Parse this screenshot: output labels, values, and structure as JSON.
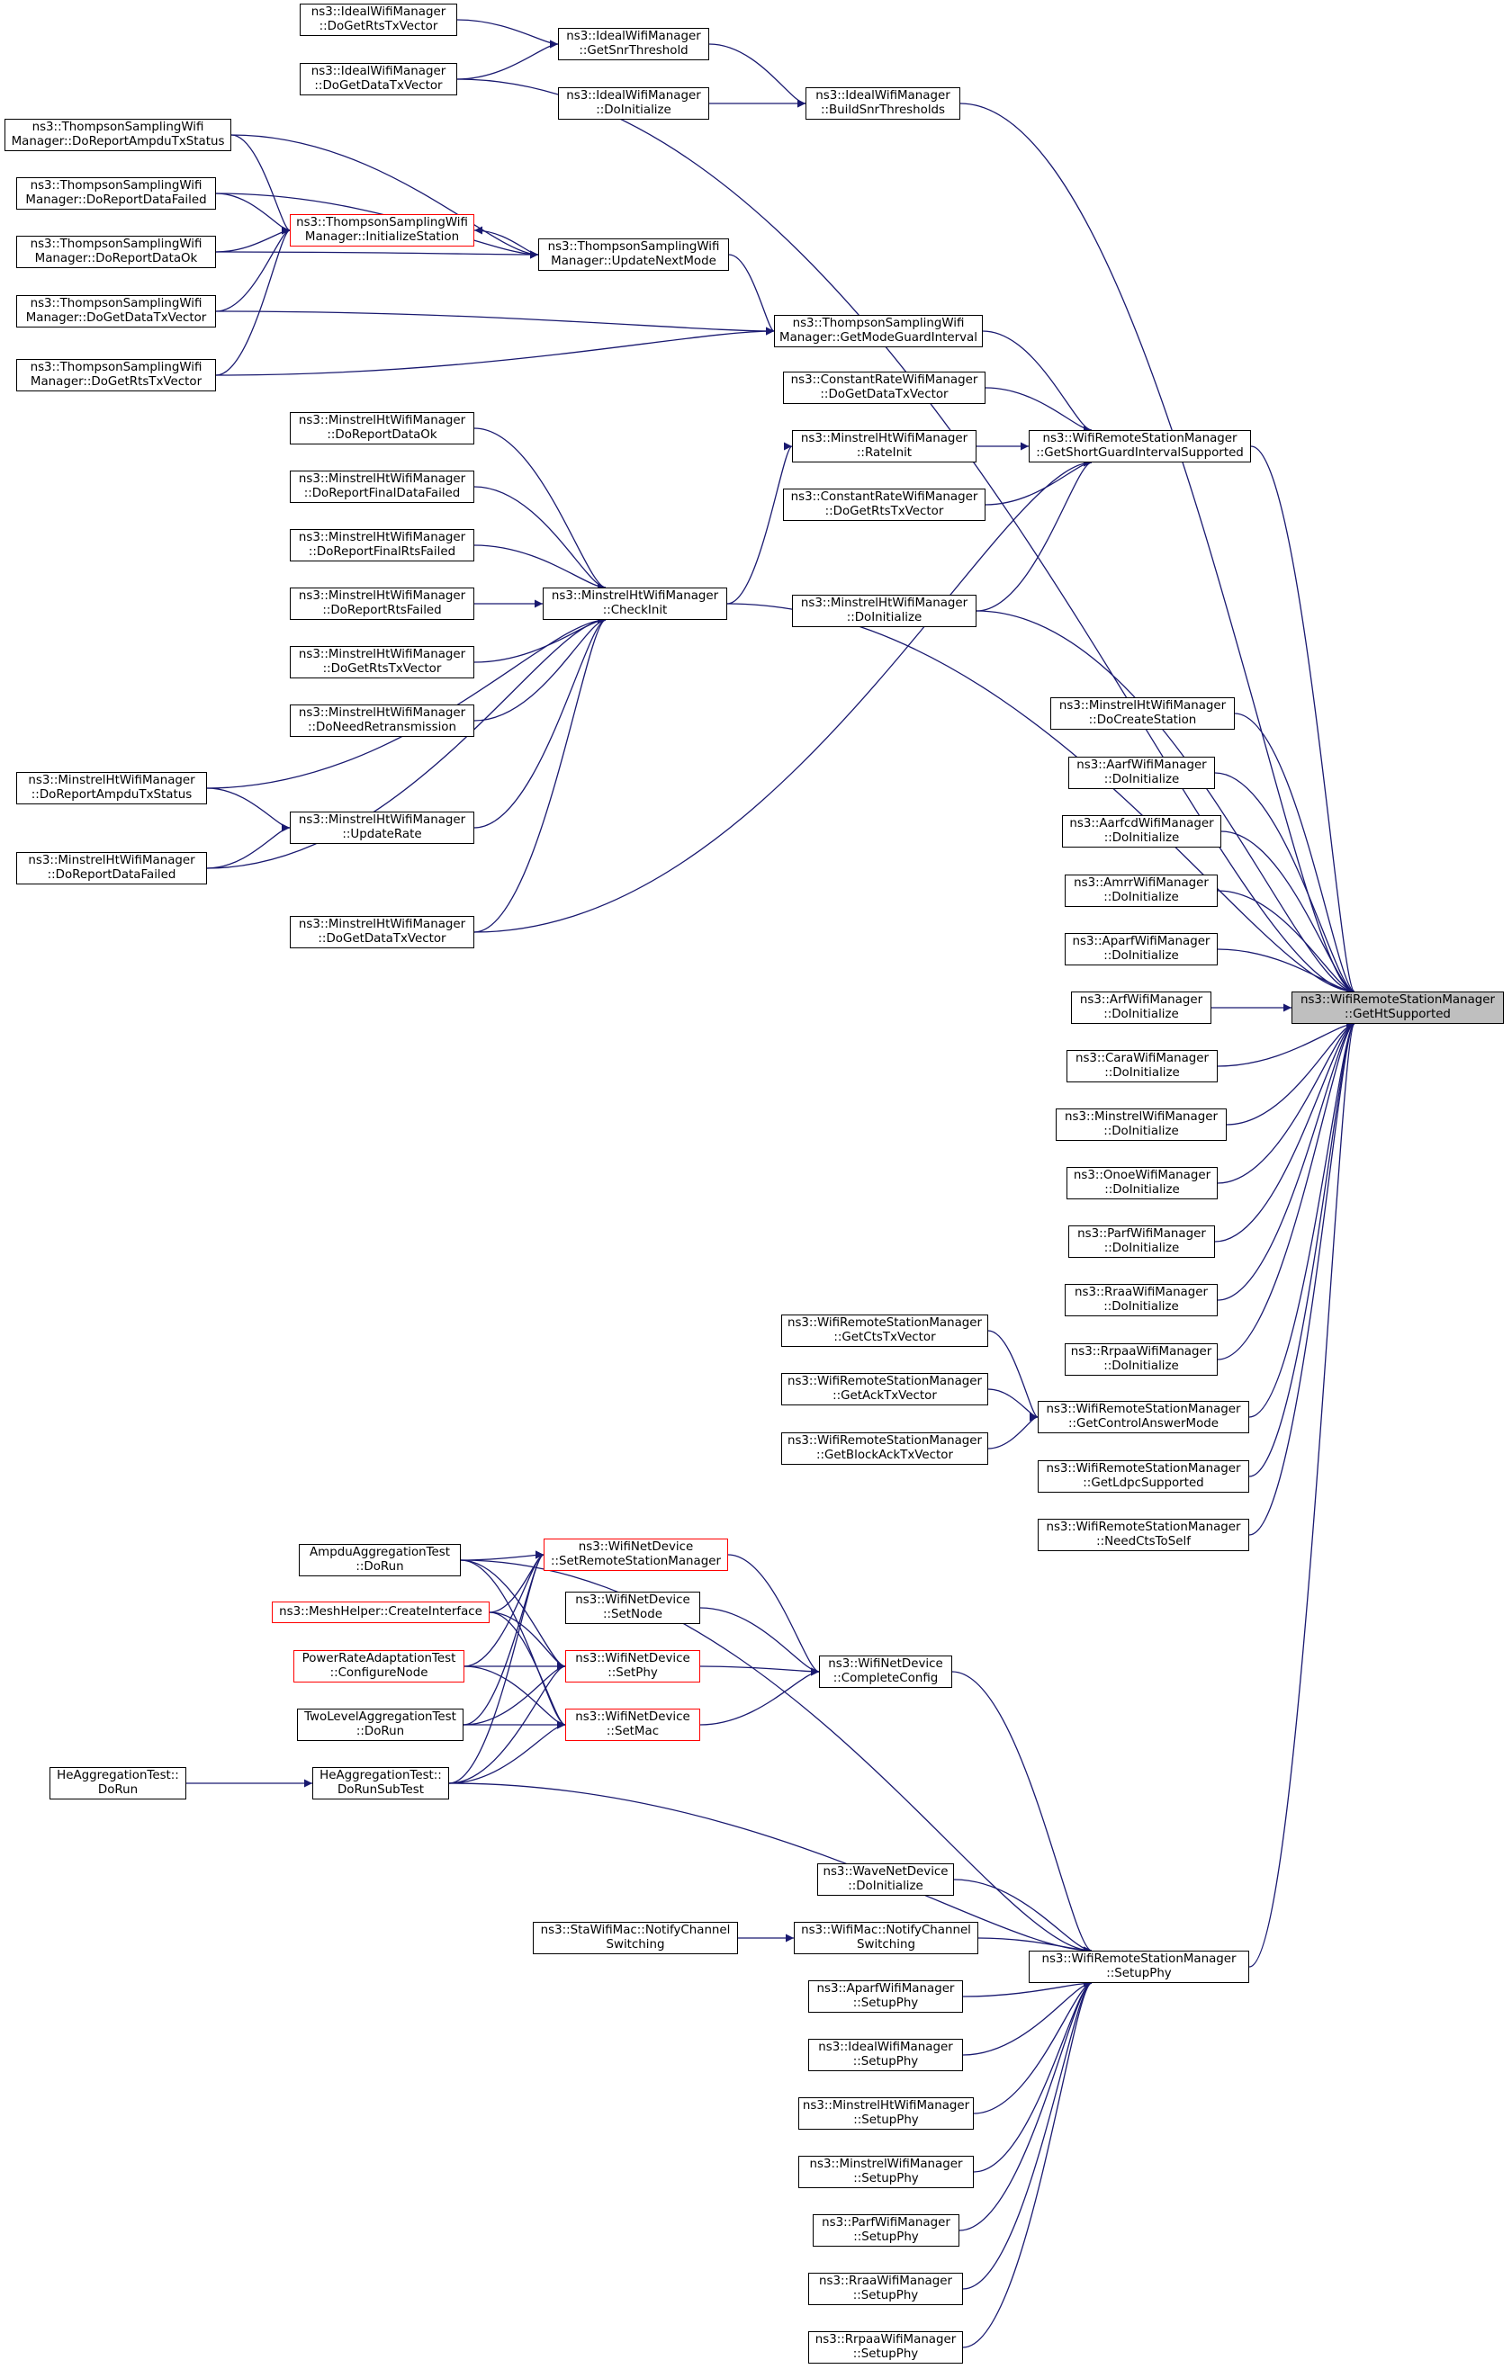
{
  "colors": {
    "edge": "#191970",
    "node_border": "#000000",
    "truncated_border": "#ff0000",
    "focus_fill": "#bfbfbf",
    "background": "#ffffff"
  },
  "nodes": [
    {
      "id": "ideal_dortsvec",
      "lines": [
        "ns3::IdealWifiManager",
        "::DoGetRtsTxVector"
      ]
    },
    {
      "id": "ideal_getsnr",
      "lines": [
        "ns3::IdealWifiManager",
        "::GetSnrThreshold"
      ]
    },
    {
      "id": "ideal_dodatavec",
      "lines": [
        "ns3::IdealWifiManager",
        "::DoGetDataTxVector"
      ]
    },
    {
      "id": "ideal_doinit",
      "lines": [
        "ns3::IdealWifiManager",
        "::DoInitialize"
      ]
    },
    {
      "id": "ideal_buildsnr",
      "lines": [
        "ns3::IdealWifiManager",
        "::BuildSnrThresholds"
      ]
    },
    {
      "id": "ts_ampdu",
      "lines": [
        "ns3::ThompsonSamplingWifi",
        "Manager::DoReportAmpduTxStatus"
      ]
    },
    {
      "id": "ts_datafailed",
      "lines": [
        "ns3::ThompsonSamplingWifi",
        "Manager::DoReportDataFailed"
      ]
    },
    {
      "id": "ts_initstation",
      "lines": [
        "ns3::ThompsonSamplingWifi",
        "Manager::InitializeStation"
      ]
    },
    {
      "id": "ts_dataok",
      "lines": [
        "ns3::ThompsonSamplingWifi",
        "Manager::DoReportDataOk"
      ]
    },
    {
      "id": "ts_updatenext",
      "lines": [
        "ns3::ThompsonSamplingWifi",
        "Manager::UpdateNextMode"
      ]
    },
    {
      "id": "ts_datavec",
      "lines": [
        "ns3::ThompsonSamplingWifi",
        "Manager::DoGetDataTxVector"
      ]
    },
    {
      "id": "ts_guard",
      "lines": [
        "ns3::ThompsonSamplingWifi",
        "Manager::GetModeGuardInterval"
      ]
    },
    {
      "id": "ts_rtsvec",
      "lines": [
        "ns3::ThompsonSamplingWifi",
        "Manager::DoGetRtsTxVector"
      ]
    },
    {
      "id": "cr_datavec",
      "lines": [
        "ns3::ConstantRateWifiManager",
        "::DoGetDataTxVector"
      ]
    },
    {
      "id": "mht_rateinit",
      "lines": [
        "ns3::MinstrelHtWifiManager",
        "::RateInit"
      ]
    },
    {
      "id": "wrsm_sgi",
      "lines": [
        "ns3::WifiRemoteStationManager",
        "::GetShortGuardIntervalSupported"
      ]
    },
    {
      "id": "cr_rtsvec",
      "lines": [
        "ns3::ConstantRateWifiManager",
        "::DoGetRtsTxVector"
      ]
    },
    {
      "id": "mht_dataok",
      "lines": [
        "ns3::MinstrelHtWifiManager",
        "::DoReportDataOk"
      ]
    },
    {
      "id": "mht_finaldata",
      "lines": [
        "ns3::MinstrelHtWifiManager",
        "::DoReportFinalDataFailed"
      ]
    },
    {
      "id": "mht_finalrts",
      "lines": [
        "ns3::MinstrelHtWifiManager",
        "::DoReportFinalRtsFailed"
      ]
    },
    {
      "id": "mht_checkinit",
      "lines": [
        "ns3::MinstrelHtWifiManager",
        "::CheckInit"
      ]
    },
    {
      "id": "mht_doinit",
      "lines": [
        "ns3::MinstrelHtWifiManager",
        "::DoInitialize"
      ]
    },
    {
      "id": "mht_rtsfailed",
      "lines": [
        "ns3::MinstrelHtWifiManager",
        "::DoReportRtsFailed"
      ]
    },
    {
      "id": "mht_rtsvec",
      "lines": [
        "ns3::MinstrelHtWifiManager",
        "::DoGetRtsTxVector"
      ]
    },
    {
      "id": "mht_needretx",
      "lines": [
        "ns3::MinstrelHtWifiManager",
        "::DoNeedRetransmission"
      ]
    },
    {
      "id": "mht_createsta",
      "lines": [
        "ns3::MinstrelHtWifiManager",
        "::DoCreateStation"
      ]
    },
    {
      "id": "aarf_doinit",
      "lines": [
        "ns3::AarfWifiManager",
        "::DoInitialize"
      ]
    },
    {
      "id": "mht_ampdu",
      "lines": [
        "ns3::MinstrelHtWifiManager",
        "::DoReportAmpduTxStatus"
      ]
    },
    {
      "id": "mht_updaterate",
      "lines": [
        "ns3::MinstrelHtWifiManager",
        "::UpdateRate"
      ]
    },
    {
      "id": "aarfcd_doinit",
      "lines": [
        "ns3::AarfcdWifiManager",
        "::DoInitialize"
      ]
    },
    {
      "id": "mht_datafailed",
      "lines": [
        "ns3::MinstrelHtWifiManager",
        "::DoReportDataFailed"
      ]
    },
    {
      "id": "amrr_doinit",
      "lines": [
        "ns3::AmrrWifiManager",
        "::DoInitialize"
      ]
    },
    {
      "id": "mht_datavec",
      "lines": [
        "ns3::MinstrelHtWifiManager",
        "::DoGetDataTxVector"
      ]
    },
    {
      "id": "aparf_doinit",
      "lines": [
        "ns3::AparfWifiManager",
        "::DoInitialize"
      ]
    },
    {
      "id": "arf_doinit",
      "lines": [
        "ns3::ArfWifiManager",
        "::DoInitialize"
      ]
    },
    {
      "id": "wrsm_ht",
      "lines": [
        "ns3::WifiRemoteStationManager",
        "::GetHtSupported"
      ]
    },
    {
      "id": "cara_doinit",
      "lines": [
        "ns3::CaraWifiManager",
        "::DoInitialize"
      ]
    },
    {
      "id": "minstrel_doinit",
      "lines": [
        "ns3::MinstrelWifiManager",
        "::DoInitialize"
      ]
    },
    {
      "id": "onoe_doinit",
      "lines": [
        "ns3::OnoeWifiManager",
        "::DoInitialize"
      ]
    },
    {
      "id": "parf_doinit",
      "lines": [
        "ns3::ParfWifiManager",
        "::DoInitialize"
      ]
    },
    {
      "id": "rraa_doinit",
      "lines": [
        "ns3::RraaWifiManager",
        "::DoInitialize"
      ]
    },
    {
      "id": "wrsm_cts",
      "lines": [
        "ns3::WifiRemoteStationManager",
        "::GetCtsTxVector"
      ]
    },
    {
      "id": "rrpaa_doinit",
      "lines": [
        "ns3::RrpaaWifiManager",
        "::DoInitialize"
      ]
    },
    {
      "id": "wrsm_ack",
      "lines": [
        "ns3::WifiRemoteStationManager",
        "::GetAckTxVector"
      ]
    },
    {
      "id": "wrsm_ctrlans",
      "lines": [
        "ns3::WifiRemoteStationManager",
        "::GetControlAnswerMode"
      ]
    },
    {
      "id": "wrsm_blockack",
      "lines": [
        "ns3::WifiRemoteStationManager",
        "::GetBlockAckTxVector"
      ]
    },
    {
      "id": "wrsm_ldpc",
      "lines": [
        "ns3::WifiRemoteStationManager",
        "::GetLdpcSupported"
      ]
    },
    {
      "id": "wrsm_ctsself",
      "lines": [
        "ns3::WifiRemoteStationManager",
        "::NeedCtsToSelf"
      ]
    },
    {
      "id": "ampdu_test",
      "lines": [
        "AmpduAggregationTest",
        "::DoRun"
      ]
    },
    {
      "id": "wnd_setrsm",
      "lines": [
        "ns3::WifiNetDevice",
        "::SetRemoteStationManager"
      ]
    },
    {
      "id": "mesh_create",
      "lines": [
        "ns3::MeshHelper::CreateInterface"
      ]
    },
    {
      "id": "wnd_setnode",
      "lines": [
        "ns3::WifiNetDevice",
        "::SetNode"
      ]
    },
    {
      "id": "pra_test",
      "lines": [
        "PowerRateAdaptationTest",
        "::ConfigureNode"
      ]
    },
    {
      "id": "wnd_setphy",
      "lines": [
        "ns3::WifiNetDevice",
        "::SetPhy"
      ]
    },
    {
      "id": "wnd_complete",
      "lines": [
        "ns3::WifiNetDevice",
        "::CompleteConfig"
      ]
    },
    {
      "id": "tla_test",
      "lines": [
        "TwoLevelAggregationTest",
        "::DoRun"
      ]
    },
    {
      "id": "wnd_setmac",
      "lines": [
        "ns3::WifiNetDevice",
        "::SetMac"
      ]
    },
    {
      "id": "he_dorun",
      "lines": [
        "HeAggregationTest::",
        "DoRun"
      ]
    },
    {
      "id": "he_subtest",
      "lines": [
        "HeAggregationTest::",
        "DoRunSubTest"
      ]
    },
    {
      "id": "wave_doinit",
      "lines": [
        "ns3::WaveNetDevice",
        "::DoInitialize"
      ]
    },
    {
      "id": "sta_notify",
      "lines": [
        "ns3::StaWifiMac::NotifyChannel",
        "Switching"
      ]
    },
    {
      "id": "mac_notify",
      "lines": [
        "ns3::WifiMac::NotifyChannel",
        "Switching"
      ]
    },
    {
      "id": "wrsm_setupphy",
      "lines": [
        "ns3::WifiRemoteStationManager",
        "::SetupPhy"
      ]
    },
    {
      "id": "aparf_setupphy",
      "lines": [
        "ns3::AparfWifiManager",
        "::SetupPhy"
      ]
    },
    {
      "id": "ideal_setupphy",
      "lines": [
        "ns3::IdealWifiManager",
        "::SetupPhy"
      ]
    },
    {
      "id": "mht_setupphy",
      "lines": [
        "ns3::MinstrelHtWifiManager",
        "::SetupPhy"
      ]
    },
    {
      "id": "minstrel_setupphy",
      "lines": [
        "ns3::MinstrelWifiManager",
        "::SetupPhy"
      ]
    },
    {
      "id": "parf_setupphy",
      "lines": [
        "ns3::ParfWifiManager",
        "::SetupPhy"
      ]
    },
    {
      "id": "rraa_setupphy",
      "lines": [
        "ns3::RraaWifiManager",
        "::SetupPhy"
      ]
    },
    {
      "id": "rrpaa_setupphy",
      "lines": [
        "ns3::RrpaaWifiManager",
        "::SetupPhy"
      ]
    }
  ]
}
